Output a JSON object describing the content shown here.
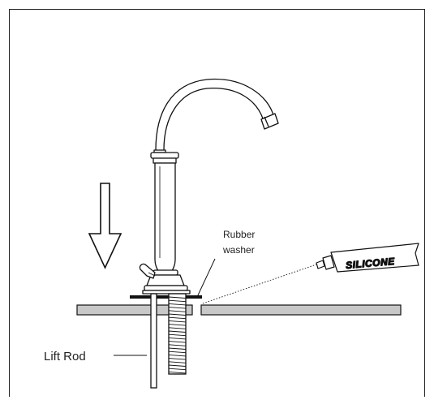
{
  "labels": {
    "rubber_washer_line1": "Rubber",
    "rubber_washer_line2": "washer",
    "lift_rod": "Lift Rod",
    "silicone": "SILICONE"
  },
  "colors": {
    "stroke": "#111111",
    "countertop_fill": "#c8c8c8",
    "background": "#ffffff"
  },
  "icons": {
    "down_arrow": "down-arrow-icon",
    "silicone_tube": "silicone-tube-icon"
  }
}
